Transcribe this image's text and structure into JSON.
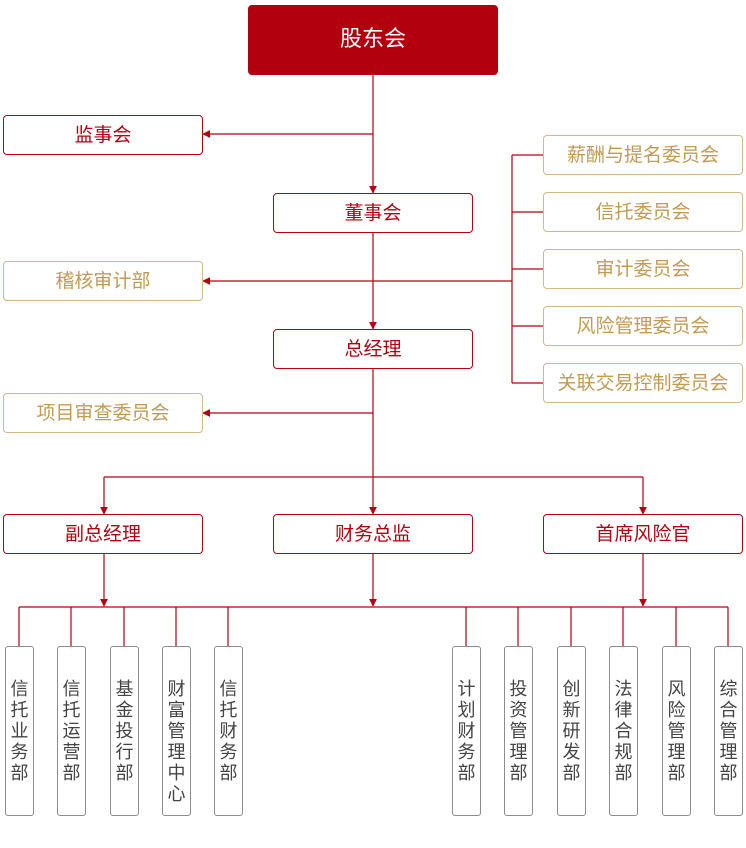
{
  "top": "股东会",
  "supervisory_board": "监事会",
  "board": "董事会",
  "board_committees": [
    "薪酬与提名委员会",
    "信托委员会",
    "审计委员会",
    "风险管理委员会",
    "关联交易控制委员会"
  ],
  "audit_dept": "稽核审计部",
  "general_manager": "总经理",
  "project_committee": "项目审查委员会",
  "executives": {
    "vice_gm": "副总经理",
    "cfo": "财务总监",
    "cro": "首席风险官"
  },
  "departments_left": [
    "信托业务部",
    "信托运营部",
    "基金投行部",
    "财富管理中心",
    "信托财务部"
  ],
  "departments_right": [
    "计划财务部",
    "投资管理部",
    "创新研发部",
    "法律合规部",
    "风险管理部",
    "综合管理部"
  ],
  "colors": {
    "primary_red": "#b3000e",
    "line_red": "#b50010",
    "gold_text": "#c29a52",
    "gold_border": "#d2b88a",
    "dept_border": "#8c8c8c"
  }
}
